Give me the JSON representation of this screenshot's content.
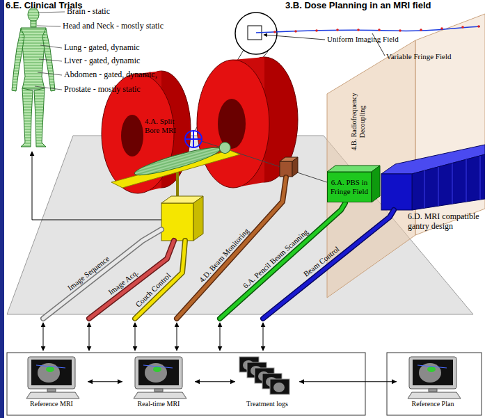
{
  "diagram": {
    "nodes": [
      {
        "text": [
          "6.A. PBS in Fringe Field"
        ]
      },
      {
        "text": [
          "Reference MRI"
        ]
      },
      {
        "text": [
          "Real-time MRI"
        ]
      },
      {
        "text": [
          "Treatment logs"
        ]
      },
      {
        "text": [
          "Reference Plan"
        ]
      }
    ],
    "edges": [
      {
        "from": 1,
        "to": 2,
        "arrow": "both"
      },
      {
        "from": 2,
        "to": 3,
        "arrow": "both"
      },
      {
        "from": 3,
        "to": 4,
        "arrow": "both"
      }
    ],
    "labels": [
      "6.E. Clinical Trials",
      "Brain - static",
      "Head and Neck - mostly static",
      "Lung - gated, dynamic",
      "Liver - gated, dynamic",
      "Abdomen - gated, dynamic,",
      "Prostate - mostly static",
      "3.B. Dose Planning in an MRI field",
      "Uniform Imaging Field",
      "Variable Fringe Field",
      "4.B. Radiofrequency Decoupling",
      "4.A. Split Bore MRI",
      "6.D. MRI compatible gantry design",
      "Image Sequence",
      "Image Acq.",
      "Couch Control",
      "4.D. Beam Monitoring",
      "6.A. Pencil Beam Scanning",
      "Beam Control"
    ]
  }
}
